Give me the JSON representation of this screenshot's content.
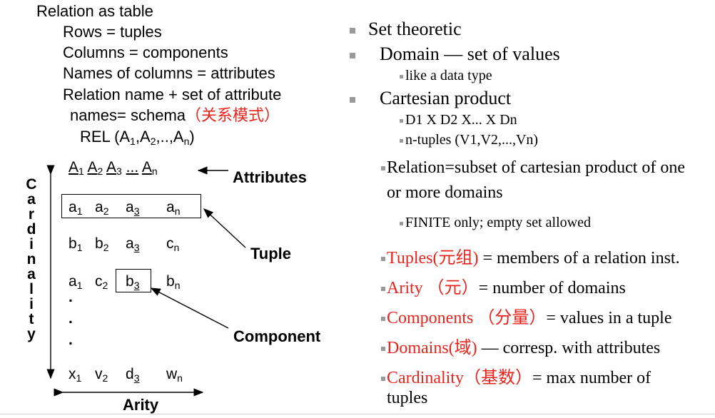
{
  "left": {
    "lines": [
      "Relation as table",
      "Rows = tuples",
      "Columns = components",
      "Names of columns = attributes",
      "Relation name + set of attribute",
      "names= schema"
    ],
    "schema_cn": "（关系模式）",
    "rel_prefix": "REL (A",
    "rel_sub1": "1",
    "rel_mid1": ",A",
    "rel_sub2": "2",
    "rel_mid2": ",..,A",
    "rel_subn": "n",
    "rel_suffix": ")"
  },
  "table": {
    "header": [
      {
        "base": "A",
        "sub": "1"
      },
      {
        "base": "A",
        "sub": "2"
      },
      {
        "base": "A",
        "sub": "3"
      },
      {
        "base": "A",
        "sub": "n"
      }
    ],
    "header_dots": "...",
    "rows": [
      [
        {
          "base": "a",
          "sub": "1"
        },
        {
          "base": "a",
          "sub": "2"
        },
        {
          "base": "a",
          "sub": "3",
          "u": true
        },
        {
          "base": "a",
          "sub": "n"
        }
      ],
      [
        {
          "base": "b",
          "sub": "1"
        },
        {
          "base": "b",
          "sub": "2"
        },
        {
          "base": "a",
          "sub": "3",
          "u": true
        },
        {
          "base": "c",
          "sub": "n"
        }
      ],
      [
        {
          "base": "a",
          "sub": "1"
        },
        {
          "base": "c",
          "sub": "2"
        },
        {
          "base": "b",
          "sub": "3",
          "u": true
        },
        {
          "base": "b",
          "sub": "n"
        }
      ],
      [
        {
          "base": "x",
          "sub": "1"
        },
        {
          "base": "v",
          "sub": "2"
        },
        {
          "base": "d",
          "sub": "3",
          "u": true
        },
        {
          "base": "w",
          "sub": "n"
        }
      ]
    ],
    "dot": "."
  },
  "labels": {
    "attributes": "Attributes",
    "tuple": "Tuple",
    "component": "Component",
    "arity": "Arity",
    "cardinality": [
      "C",
      "a",
      "r",
      "d",
      "i",
      "n",
      "a",
      "l",
      "i",
      "t",
      "y"
    ]
  },
  "right": {
    "b1": "Set theoretic",
    "b2": "Domain — set of values",
    "b2a": "like a data type",
    "b3": "Cartesian product",
    "b3a": "D1 X D2 X... X Dn",
    "b3b": "n-tuples (V1,V2,...,Vn)",
    "rel1": "Relation=subset of cartesian product of one",
    "rel2": "or more domains",
    "finite": "FINITE only; empty set allowed",
    "tuples_term": "Tuples(元组)",
    "tuples_rest": " = members of a relation inst.",
    "arity_term": "Arity （元）",
    "arity_rest": "= number of domains",
    "components_term": "Components （分量）",
    "components_rest": "= values in a tuple",
    "domains_term": "Domains(域)",
    "domains_rest": " — corresp. with attributes",
    "card_term": "Cardinality（基数）",
    "card_rest": "= max number of",
    "card_rest2": "tuples"
  },
  "colors": {
    "accent_red": "#e8251c",
    "bullet_gray": "#9a9a9a"
  }
}
